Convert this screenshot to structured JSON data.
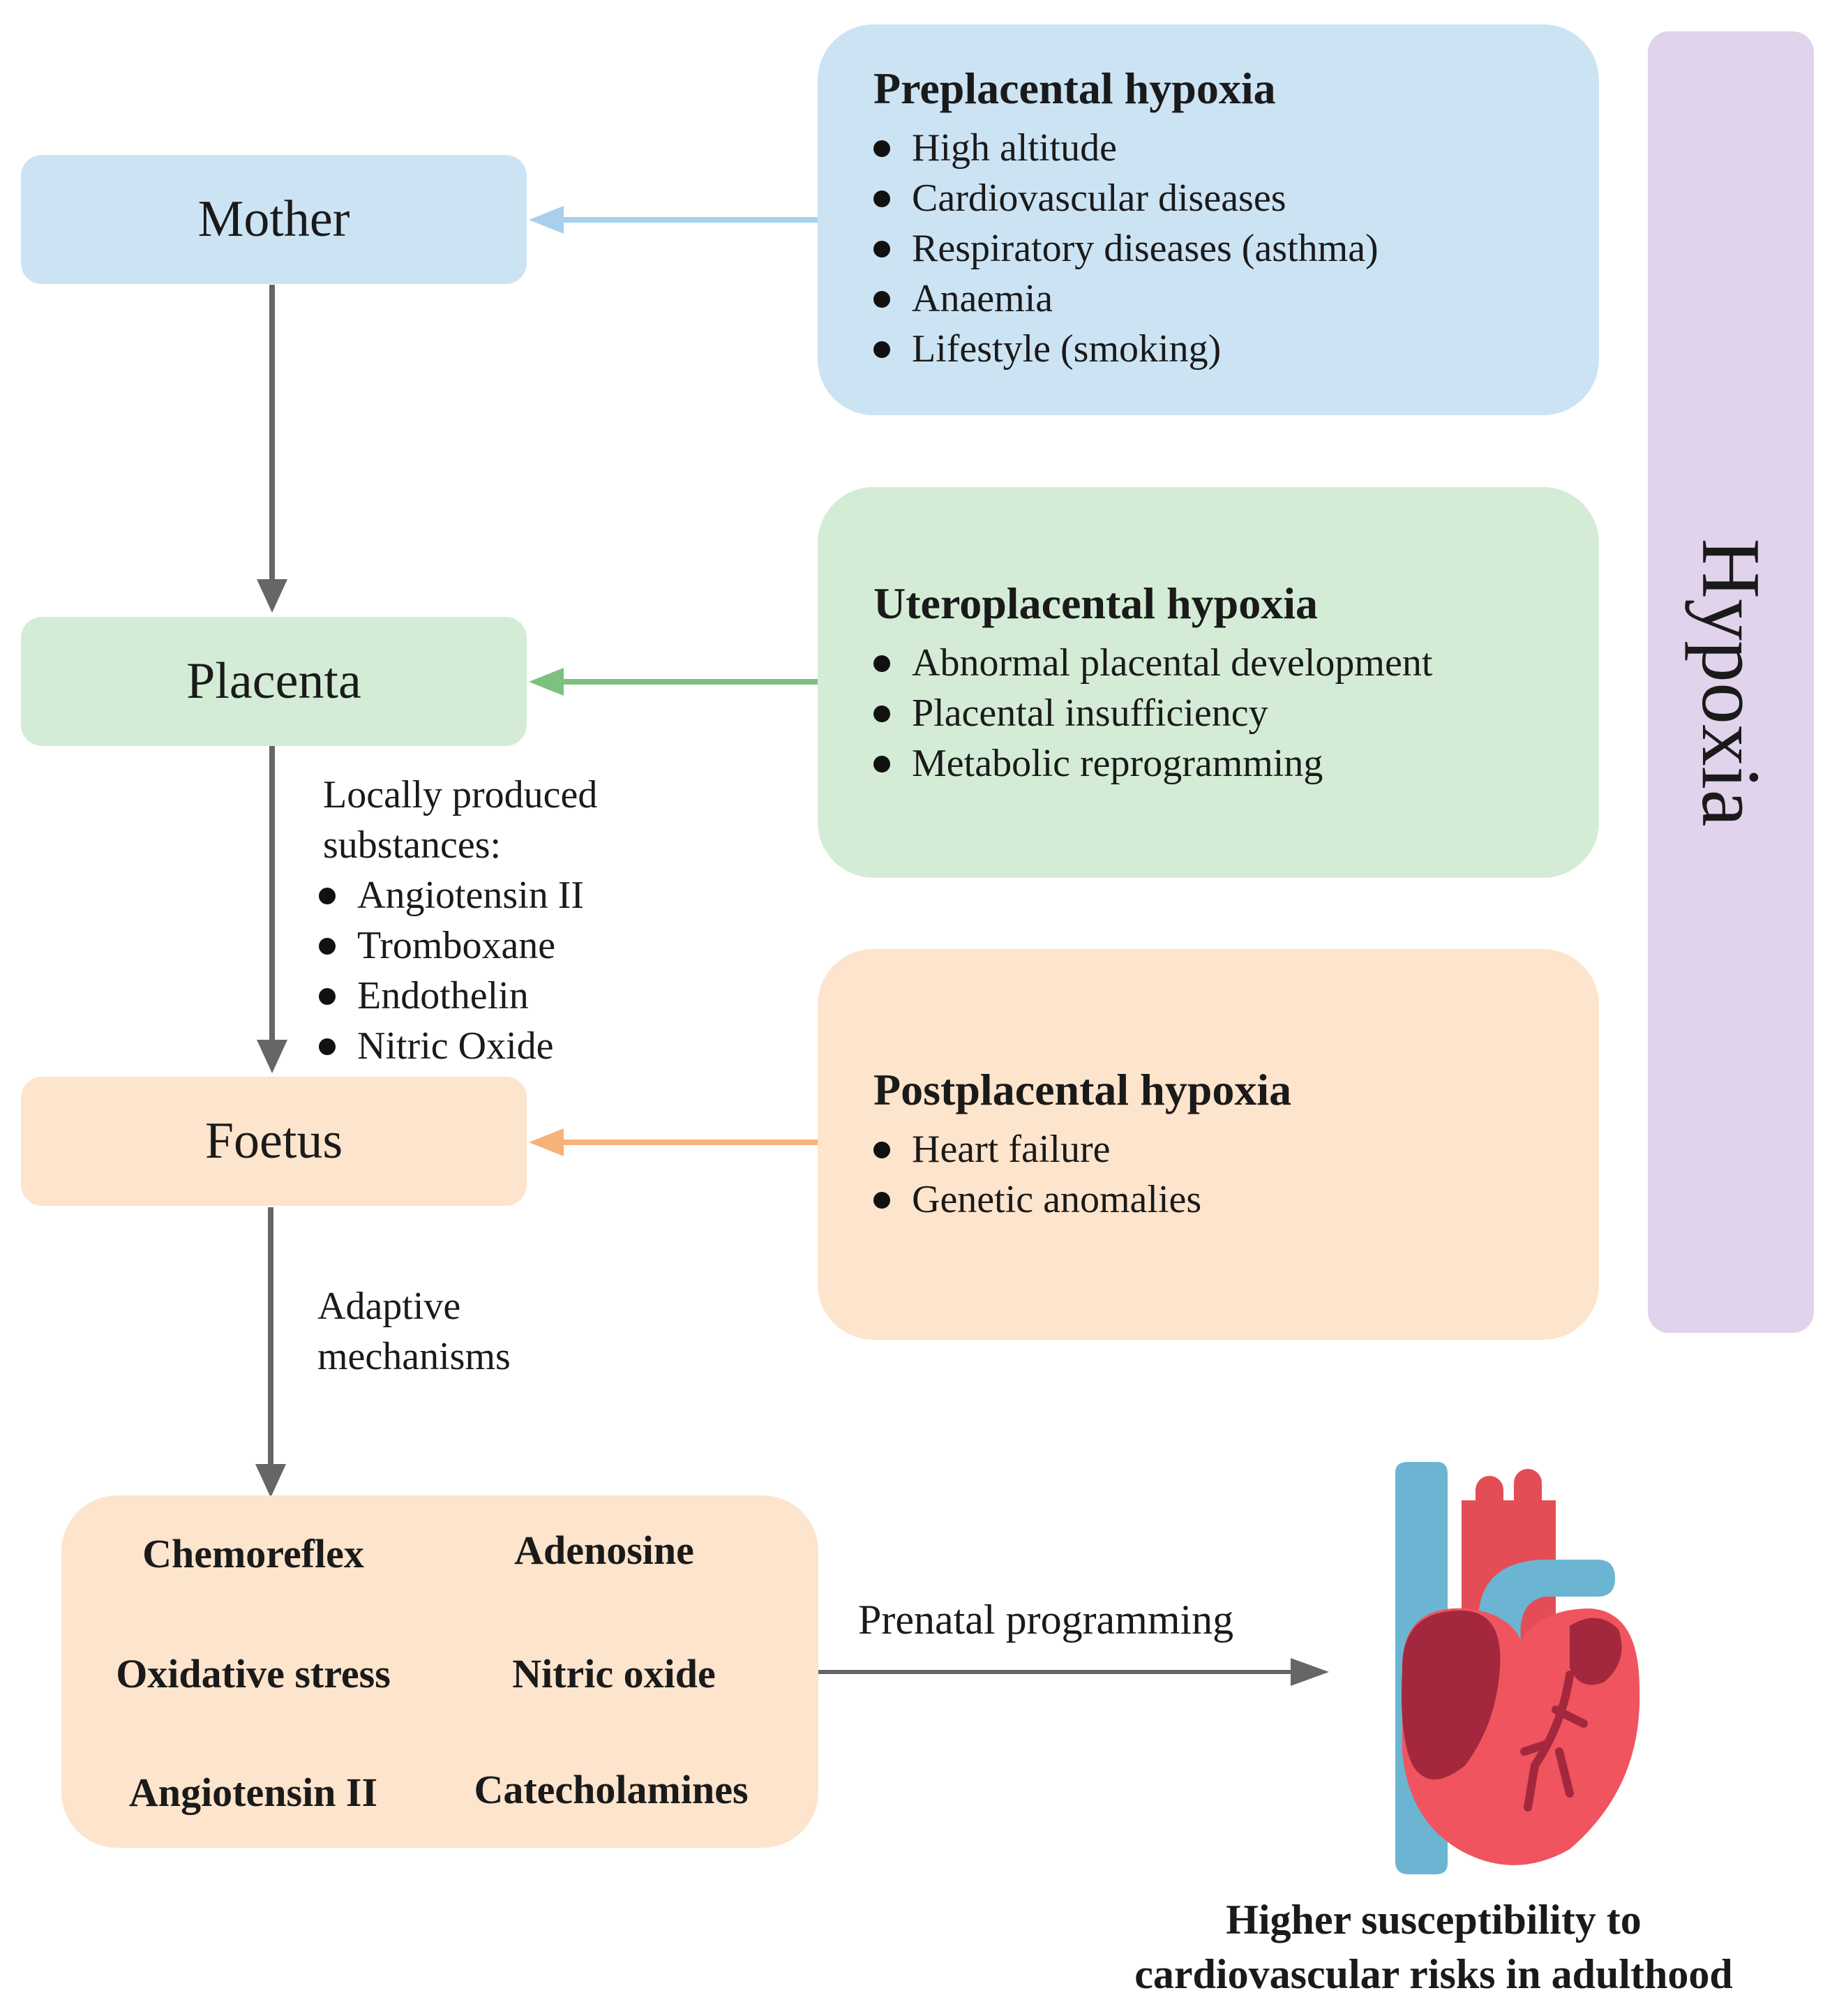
{
  "nodes": {
    "mother": "Mother",
    "placenta": "Placenta",
    "foetus": "Foetus"
  },
  "panels": {
    "preplacental": {
      "title": "Preplacental hypoxia",
      "items": [
        "High altitude",
        "Cardiovascular diseases",
        "Respiratory diseases (asthma)",
        "Anaemia",
        "Lifestyle (smoking)"
      ]
    },
    "uteroplacental": {
      "title": "Uteroplacental hypoxia",
      "items": [
        "Abnormal placental development",
        "Placental insufficiency",
        "Metabolic reprogramming"
      ]
    },
    "postplacental": {
      "title": "Postplacental hypoxia",
      "items": [
        "Heart failure",
        "Genetic anomalies"
      ]
    }
  },
  "hypoxia_label": "Hypoxia",
  "local_substances": {
    "heading_line1": "Locally produced",
    "heading_line2": "substances:",
    "items": [
      "Angiotensin II",
      "Tromboxane",
      "Endothelin",
      "Nitric Oxide"
    ]
  },
  "adaptive": {
    "line1": "Adaptive",
    "line2": "mechanisms"
  },
  "mechanisms": [
    "Chemoreflex",
    "Adenosine",
    "Oxidative stress",
    "Nitric oxide",
    "Angiotensin II",
    "Catecholamines"
  ],
  "programming_label": "Prenatal programming",
  "outcome": {
    "line1": "Higher susceptibility to",
    "line2": "cardiovascular risks in adulthood"
  },
  "colors": {
    "blue": "#cce3f4",
    "green": "#d4ecd6",
    "peach": "#fde4cc",
    "purple": "#e0d3eb",
    "arrow_grey": "#666666",
    "arrow_blue": "#a8d0ee",
    "arrow_green": "#7cc17e",
    "arrow_orange": "#f7b27a"
  }
}
